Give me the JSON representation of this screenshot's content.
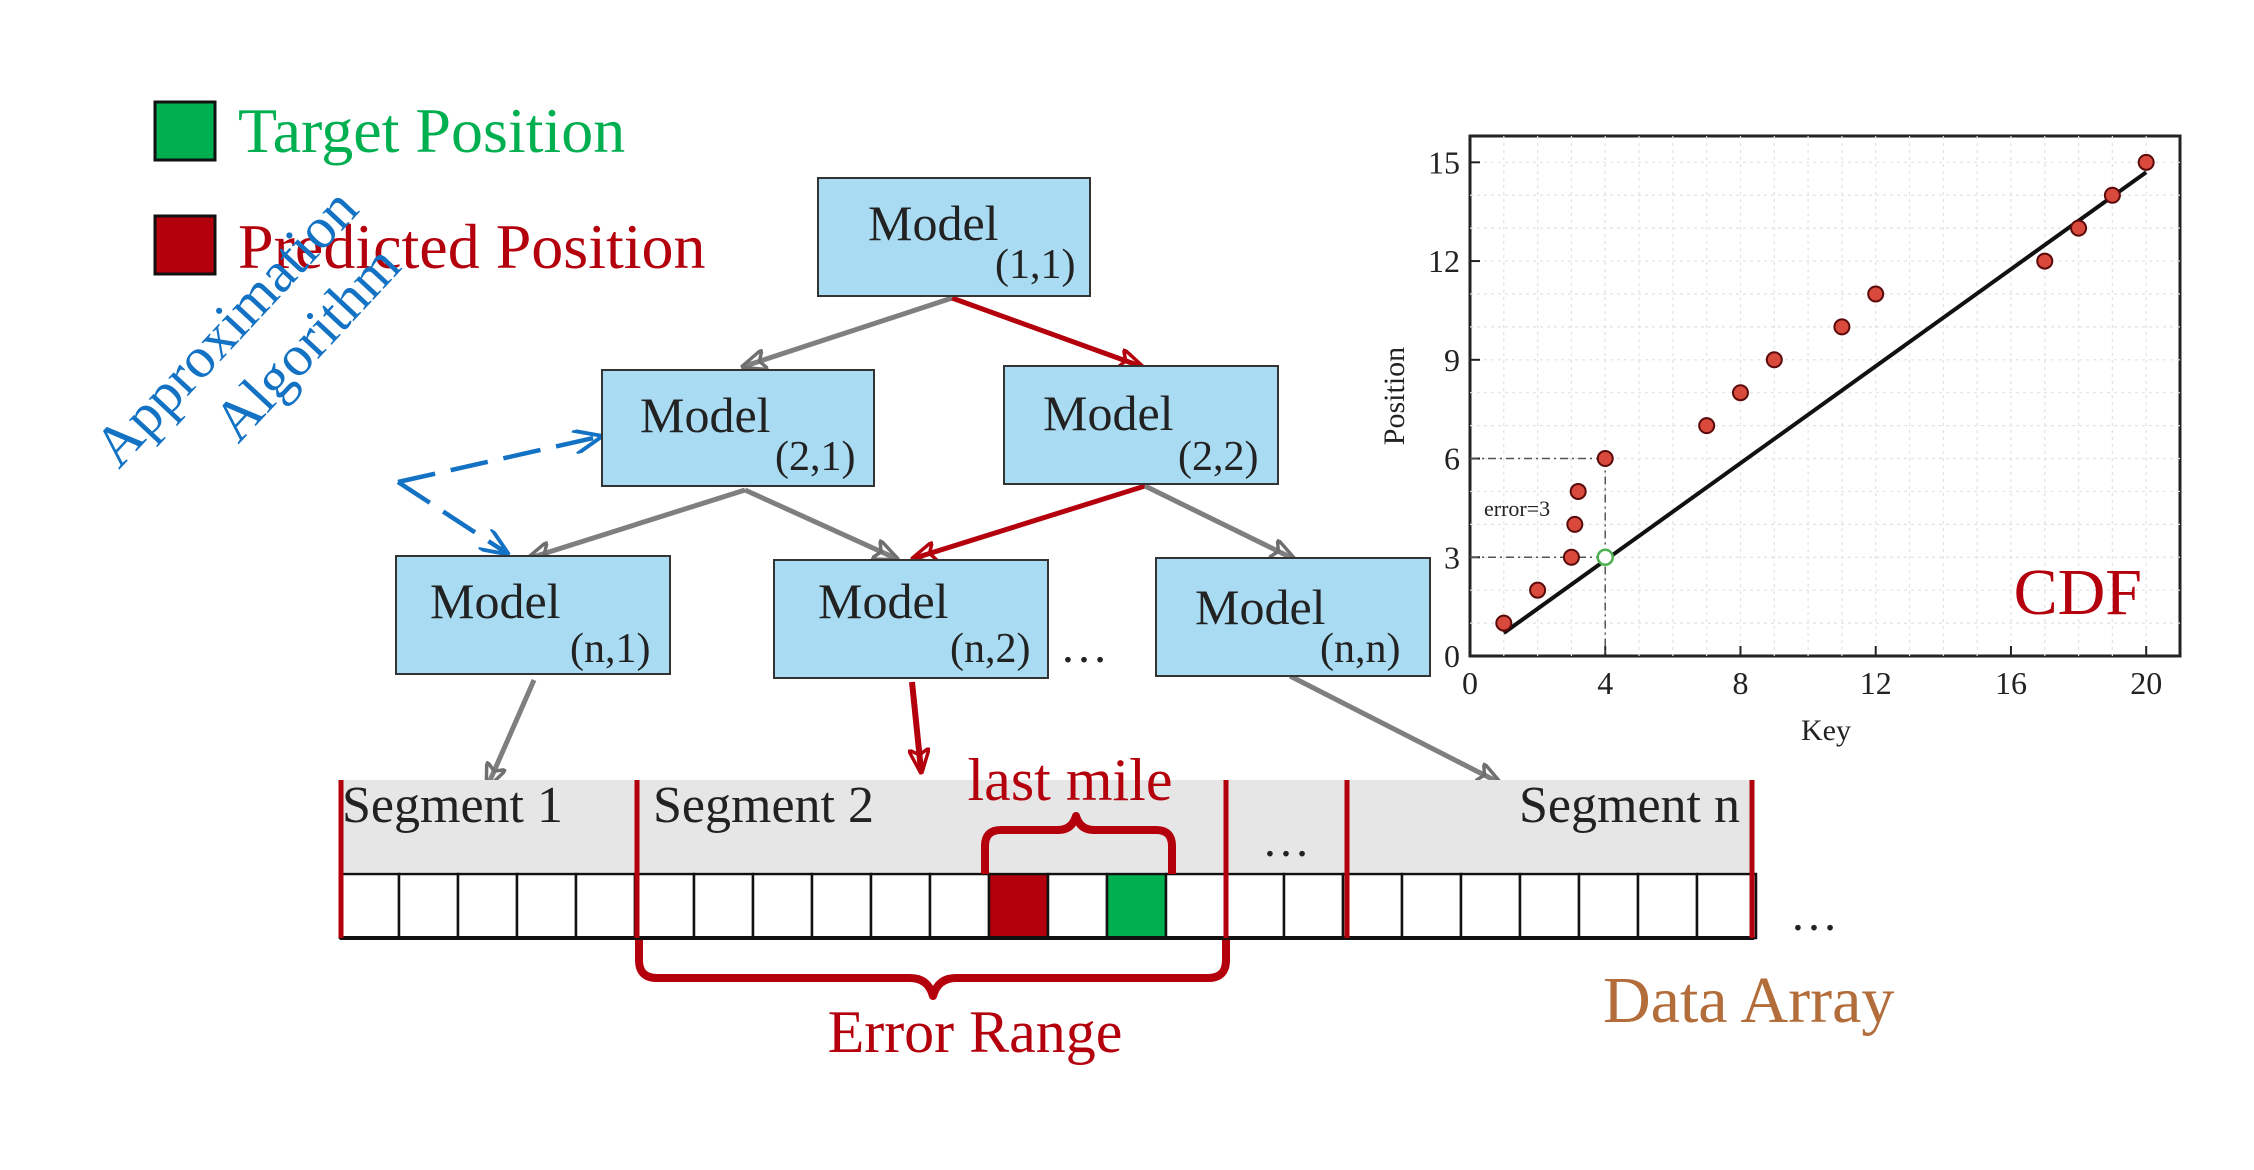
{
  "legend": {
    "target_label": "Target Position",
    "predicted_label": "Predicted Position"
  },
  "approximation": {
    "line1": "Approximation",
    "line2": "Algorithm"
  },
  "models": {
    "m11": {
      "name": "Model",
      "sub": "(1,1)"
    },
    "m21": {
      "name": "Model",
      "sub": "(2,1)"
    },
    "m22": {
      "name": "Model",
      "sub": "(2,2)"
    },
    "mn1": {
      "name": "Model",
      "sub": "(n,1)"
    },
    "mn2": {
      "name": "Model",
      "sub": "(n,2)"
    },
    "mnn": {
      "name": "Model",
      "sub": "(n,n)"
    }
  },
  "ellipsis": "…",
  "segments": {
    "s1": "Segment 1",
    "s2": "Segment 2",
    "sn": "Segment n"
  },
  "last_mile": "last mile",
  "error_range": "Error Range",
  "data_array": "Data Array",
  "colors": {
    "model_fill": "#a9dcf2",
    "red": "#b3000c",
    "green": "#00b050",
    "blue": "#1372c4",
    "gray_arrow": "#7f7f7f",
    "data_array": "#b26d3a",
    "segment_band": "#e6e6e6"
  },
  "chart_data": {
    "type": "scatter",
    "title": "CDF",
    "xlabel": "Key",
    "ylabel": "Position",
    "xlim": [
      0,
      21
    ],
    "ylim": [
      0,
      15.8
    ],
    "xticks": [
      0,
      4,
      8,
      12,
      16,
      20
    ],
    "yticks": [
      0,
      3,
      6,
      9,
      12,
      15
    ],
    "grid": true,
    "points": [
      [
        1,
        1
      ],
      [
        2,
        2
      ],
      [
        3,
        3
      ],
      [
        3.1,
        4
      ],
      [
        3.2,
        5
      ],
      [
        4,
        6
      ],
      [
        7,
        7
      ],
      [
        8,
        8
      ],
      [
        9,
        9
      ],
      [
        11,
        10
      ],
      [
        12,
        11
      ],
      [
        17,
        12
      ],
      [
        18,
        13
      ],
      [
        19,
        14
      ],
      [
        20,
        15
      ]
    ],
    "fit_line": [
      [
        1,
        0.7
      ],
      [
        20,
        14.7
      ]
    ],
    "predicted_point": [
      4,
      3
    ],
    "annotation": "error=3"
  }
}
